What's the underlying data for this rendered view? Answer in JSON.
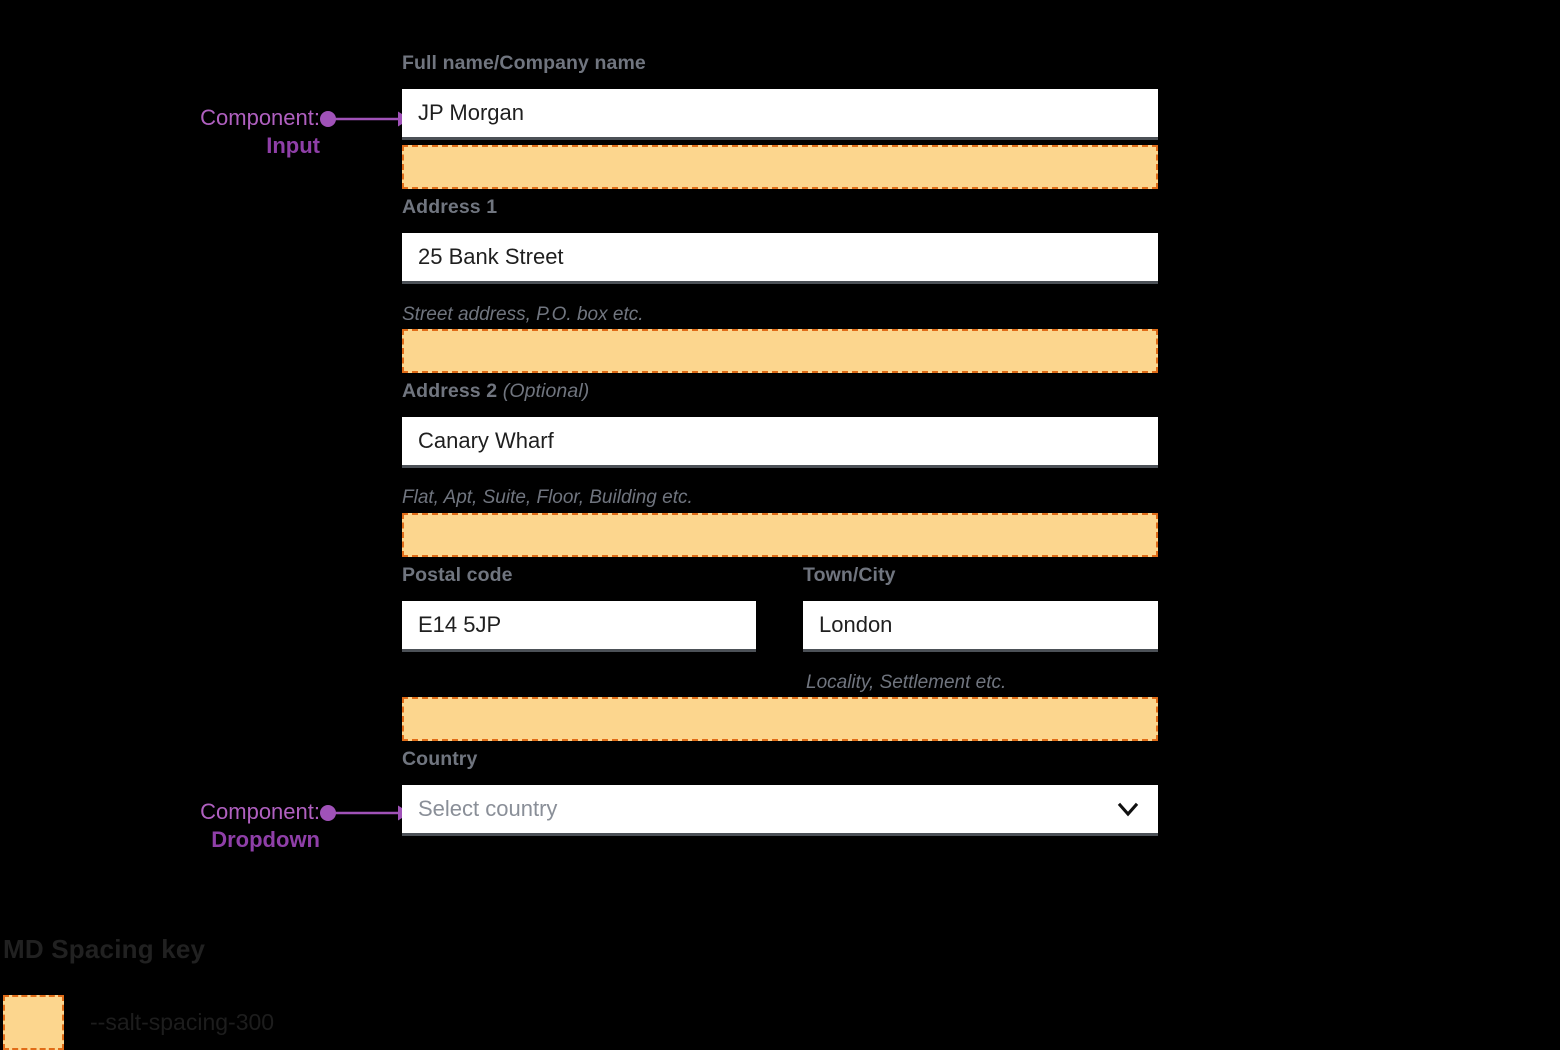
{
  "colors": {
    "background": "#000000",
    "label": "#70757f",
    "input_text": "#1f1f1f",
    "placeholder": "#8a8f98",
    "input_underline": "#4c5157",
    "spacing_fill": "#fcd68e",
    "spacing_border": "#e06c18",
    "annotation_kind": "#b060c0",
    "annotation_name": "#8f3fa8",
    "legend_text": "#1d1d1d"
  },
  "form": {
    "fields": [
      {
        "label": "Full name/Company name",
        "optional": "",
        "value": "JP Morgan",
        "helper": ""
      },
      {
        "label": "Address 1",
        "optional": "",
        "value": "25 Bank Street",
        "helper": "Street address, P.O. box etc."
      },
      {
        "label": "Address 2",
        "optional": "(Optional)",
        "value": "Canary Wharf",
        "helper": "Flat, Apt, Suite, Floor, Building etc."
      },
      {
        "label": "Postal code",
        "optional": "",
        "value": "E14 5JP",
        "helper": ""
      },
      {
        "label": "Town/City",
        "optional": "",
        "value": "London",
        "helper": "Locality, Settlement etc."
      },
      {
        "label": "Country",
        "optional": "",
        "value": "Select country",
        "helper": "",
        "placeholder": true,
        "icon": "chevron-down-icon"
      }
    ]
  },
  "annotations": [
    {
      "kind": "Component:",
      "name": "Input"
    },
    {
      "kind": "Component:",
      "name": "Dropdown"
    }
  ],
  "spacing_key": {
    "title": "MD Spacing key",
    "token": "--salt-spacing-300"
  }
}
